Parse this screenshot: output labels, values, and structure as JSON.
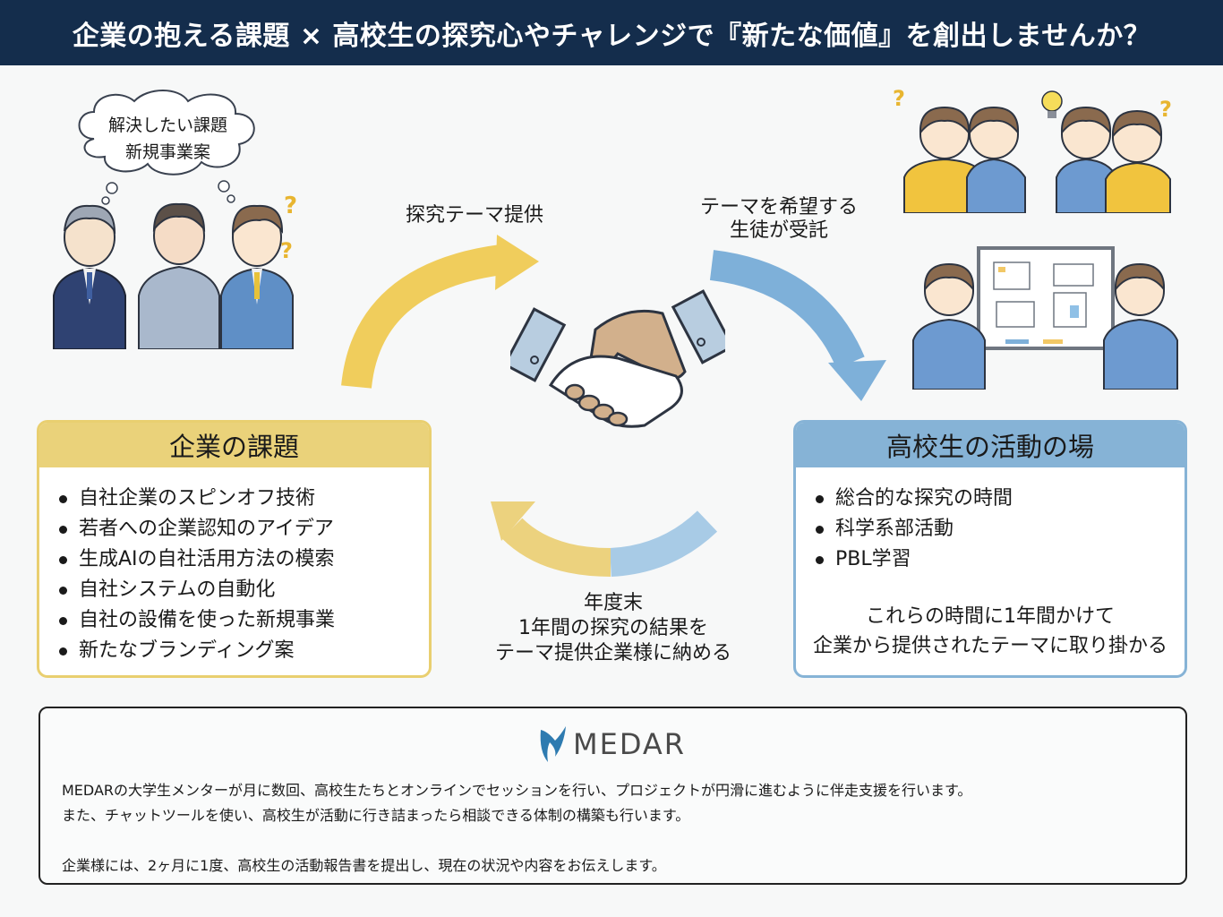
{
  "header": {
    "title": "企業の抱える課題 × 高校生の探究心やチャレンジで『新たな価値』を創出しませんか？"
  },
  "company_illustration": {
    "thought_bubble_lines": [
      "解決したい課題",
      "新規事業案"
    ],
    "icon": "business-people-arms-crossed-illustration"
  },
  "flow_labels": {
    "provide_theme": "探究テーマ提供",
    "student_accepts": [
      "テーマを希望する",
      "生徒が受託"
    ],
    "year_end": [
      "年度末",
      "1年間の探究の結果を",
      "テーマ提供企業様に納める"
    ]
  },
  "center": {
    "icon": "handshake-icon"
  },
  "company_card": {
    "title": "企業の課題",
    "items": [
      "自社企業のスピンオフ技術",
      "若者への企業認知のアイデア",
      "生成AIの自社活用方法の模索",
      "自社システムの自動化",
      "自社の設備を使った新規事業",
      "新たなブランディング案"
    ],
    "accent_color": "#ead27a"
  },
  "student_card": {
    "title": "高校生の活動の場",
    "items": [
      "総合的な探究の時間",
      "科学系部活動",
      "PBL学習"
    ],
    "note_lines": [
      "これらの時間に1年間かけて",
      "企業から提供されたテーマに取り掛かる"
    ],
    "accent_color": "#86b3d6"
  },
  "medar": {
    "logo_text": "MEDAR",
    "paragraph_lines": [
      "MEDARの大学生メンターが月に数回、高校生たちとオンラインでセッションを行い、プロジェクトが円滑に進むように伴走支援を行います。",
      "また、チャットツールを使い、高校生が活動に行き詰まったら相談できる体制の構築も行います。"
    ],
    "report_line": "企業様には、2ヶ月に1度、高校生の活動報告書を提出し、現在の状況や内容をお伝えします。"
  },
  "colors": {
    "header_bg": "#142d4c",
    "yellow": "#ecc95a",
    "blue": "#7eb0d9"
  }
}
